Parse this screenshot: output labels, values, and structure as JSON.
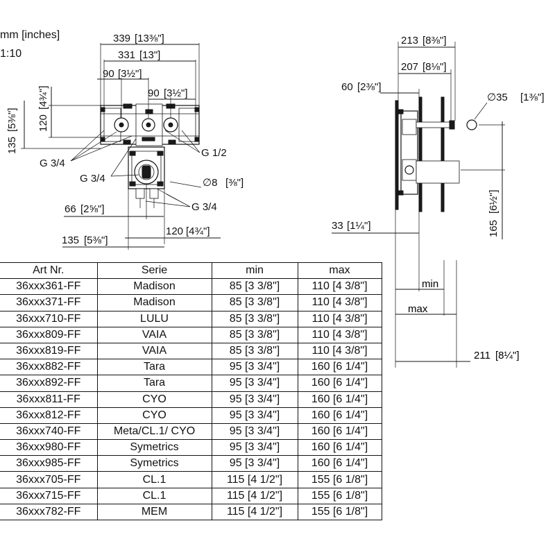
{
  "header": {
    "units": "mm [inches]",
    "scale": "1:10"
  },
  "front_view": {
    "dims": {
      "width_total": "339",
      "width_total_in": "[13⅜\"]",
      "width_frame": "331",
      "width_frame_in": "[13\"]",
      "left_spacing": "90",
      "left_spacing_in": "[3½\"]",
      "right_spacing": "90",
      "right_spacing_in": "[3½\"]",
      "height_top": "120",
      "height_top_in": "[4¾\"]",
      "height_side": "135",
      "height_side_in": "[5⅜\"]",
      "bottom_offset": "66",
      "bottom_offset_in": "[2⅝\"]",
      "bottom_width": "120",
      "bottom_width_in": "[4¾\"]",
      "bottom_height": "135",
      "bottom_height_in": "[5⅜\"]"
    },
    "callouts": {
      "thread_left": "G 3/4",
      "thread_right_top": "G 1/2",
      "thread_mid": "G 3/4",
      "diameter": "∅8",
      "diameter_in": "[⅜\"]",
      "thread_bottom": "G 3/4"
    }
  },
  "side_view": {
    "dims": {
      "depth_max": "213",
      "depth_max_in": "[8⅜\"]",
      "depth": "207",
      "depth_in": "[8⅛\"]",
      "front_offset": "60",
      "front_offset_in": "[2⅜\"]",
      "pipe_diameter": "∅35",
      "pipe_diameter_in": "[1⅜\"]",
      "plate_offset": "33",
      "plate_offset_in": "[1¼\"]",
      "height": "165",
      "height_in": "[6½\"]",
      "min_label": "min",
      "max_label": "max",
      "overall_depth": "211",
      "overall_depth_in": "[8¼\"]"
    }
  },
  "table": {
    "headers": [
      "Art Nr.",
      "Serie",
      "min",
      "max"
    ],
    "rows": [
      [
        "36xxx361-FF",
        "Madison",
        "85 [3 3/8\"]",
        "110 [4 3/8\"]"
      ],
      [
        "36xxx371-FF",
        "Madison",
        "85 [3 3/8\"]",
        "110 [4 3/8\"]"
      ],
      [
        "36xxx710-FF",
        "LULU",
        "85 [3 3/8\"]",
        "110 [4 3/8\"]"
      ],
      [
        "36xxx809-FF",
        "VAIA",
        "85 [3 3/8\"]",
        "110 [4 3/8\"]"
      ],
      [
        "36xxx819-FF",
        "VAIA",
        "85 [3 3/8\"]",
        "110 [4 3/8\"]"
      ],
      [
        "36xxx882-FF",
        "Tara",
        "95 [3 3/4\"]",
        "160 [6 1/4\"]"
      ],
      [
        "36xxx892-FF",
        "Tara",
        "95 [3 3/4\"]",
        "160 [6 1/4\"]"
      ],
      [
        "36xxx811-FF",
        "CYO",
        "95 [3 3/4\"]",
        "160 [6 1/4\"]"
      ],
      [
        "36xxx812-FF",
        "CYO",
        "95 [3 3/4\"]",
        "160 [6 1/4\"]"
      ],
      [
        "36xxx740-FF",
        "Meta/CL.1/ CYO",
        "95 [3 3/4\"]",
        "160 [6 1/4\"]"
      ],
      [
        "36xxx980-FF",
        "Symetrics",
        "95 [3 3/4\"]",
        "160 [6 1/4\"]"
      ],
      [
        "36xxx985-FF",
        "Symetrics",
        "95 [3 3/4\"]",
        "160 [6 1/4\"]"
      ],
      [
        "36xxx705-FF",
        "CL.1",
        "115 [4 1/2\"]",
        "155 [6 1/8\"]"
      ],
      [
        "36xxx715-FF",
        "CL.1",
        "115 [4 1/2\"]",
        "155 [6 1/8\"]"
      ],
      [
        "36xxx782-FF",
        "MEM",
        "115 [4 1/2\"]",
        "155 [6 1/8\"]"
      ]
    ]
  }
}
